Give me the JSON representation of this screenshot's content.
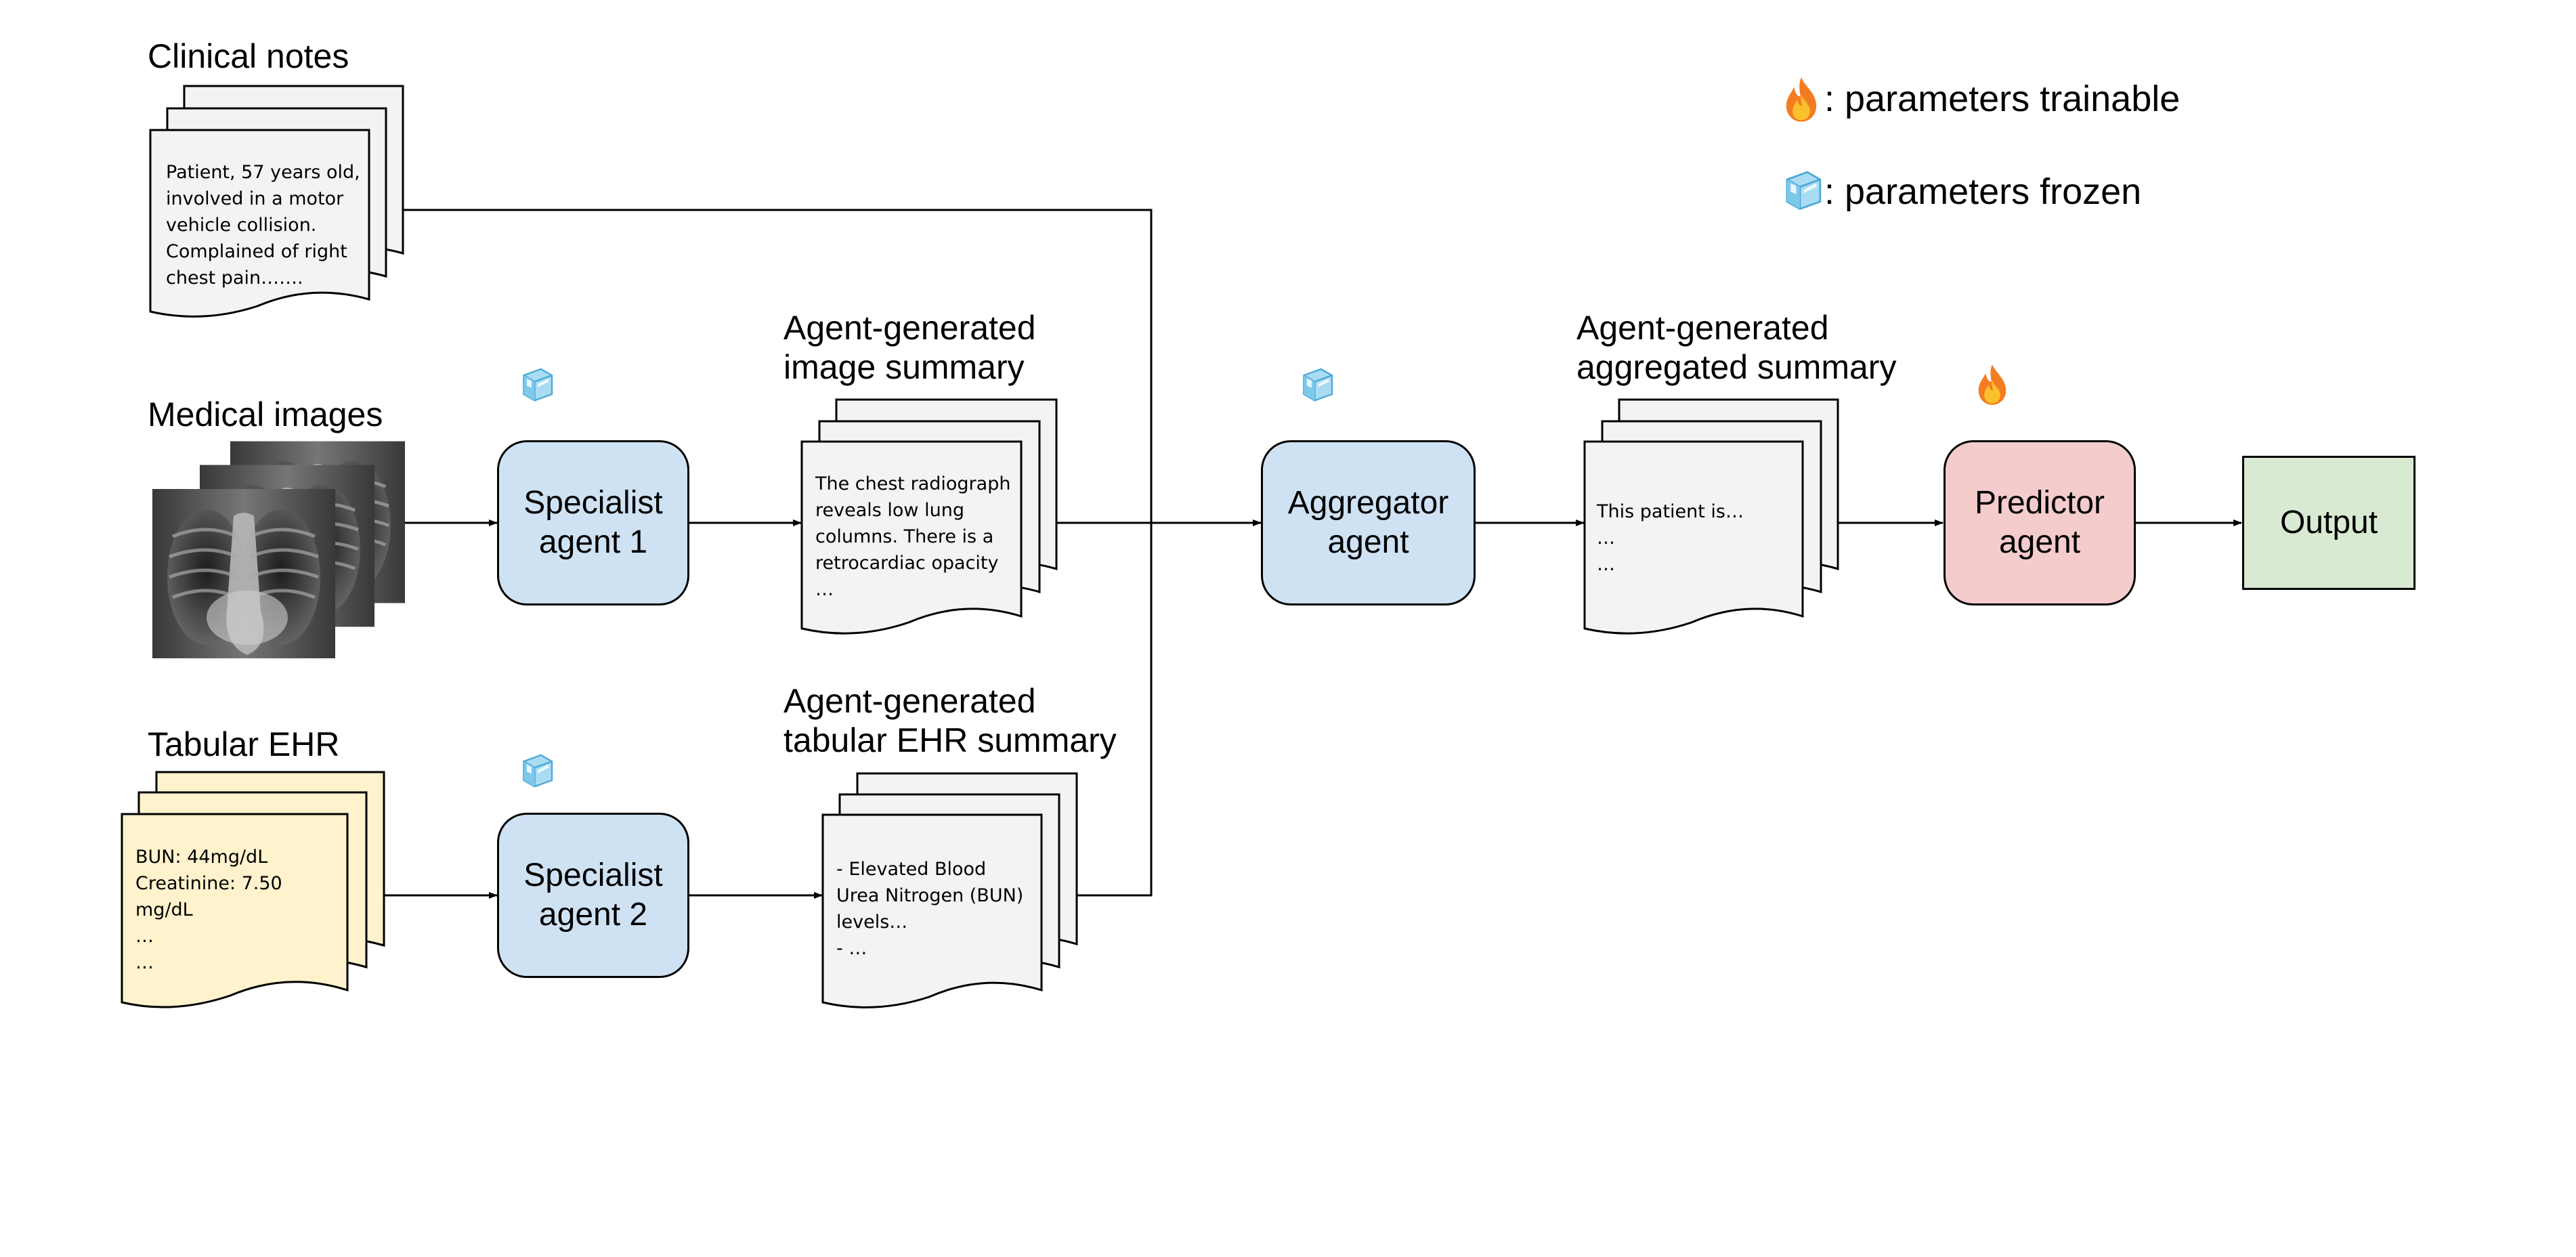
{
  "inputs": {
    "clinical_notes": {
      "title": "Clinical notes",
      "lines": [
        "Patient, 57 years old,",
        "involved in a motor",
        "vehicle collision.",
        "Complained of right",
        "chest pain……."
      ]
    },
    "medical_images": {
      "title": "Medical images"
    },
    "tabular_ehr": {
      "title": "Tabular EHR",
      "lines": [
        "BUN: 44mg/dL",
        "Creatinine: 7.50",
        "mg/dL",
        "…",
        "…"
      ]
    }
  },
  "agents": {
    "specialist_1": [
      "Specialist",
      "agent 1"
    ],
    "specialist_2": [
      "Specialist",
      "agent 2"
    ],
    "aggregator": [
      "Aggregator",
      "agent"
    ],
    "predictor": [
      "Predictor",
      "agent"
    ],
    "output": "Output"
  },
  "summaries": {
    "image": {
      "title_line1": "Agent-generated",
      "title_line2": "image summary",
      "lines": [
        "The chest radiograph",
        "reveals low lung",
        "columns. There is a",
        "retrocardiac opacity",
        "…"
      ]
    },
    "tabular": {
      "title_line1": "Agent-generated",
      "title_line2": "tabular EHR summary",
      "lines": [
        "- Elevated Blood",
        "Urea Nitrogen (BUN)",
        "levels…",
        "- …"
      ]
    },
    "aggregated": {
      "title_line1": "Agent-generated",
      "title_line2": "aggregated summary",
      "lines": [
        "This patient is…",
        "…",
        "…"
      ]
    }
  },
  "legend": {
    "trainable": {
      "icon": "fire-icon",
      "label": ":  parameters trainable"
    },
    "frozen": {
      "icon": "ice-cube-icon",
      "label": ":  parameters frozen"
    }
  },
  "colors": {
    "agent_blue": "#cfe2f3",
    "predictor_red": "#f4cccc",
    "output_green": "#d9ead3",
    "ehr_yellow": "#fff2cc",
    "doc_gray": "#f3f3f3",
    "ice_blue": "#7ec8ea",
    "flame_orange": "#f47c20"
  }
}
